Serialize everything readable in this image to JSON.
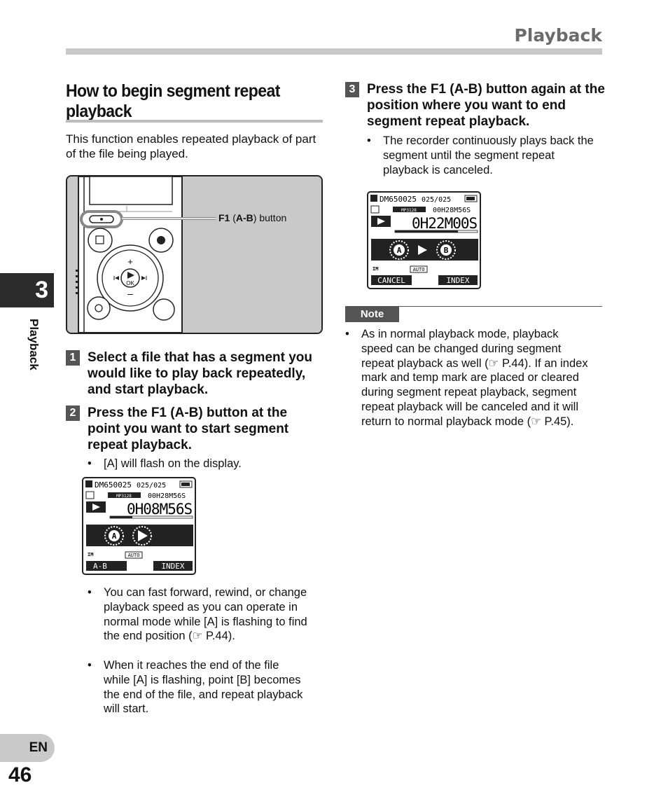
{
  "header": {
    "title": "Playback"
  },
  "chapter": {
    "number": "3",
    "label": "Playback"
  },
  "footer": {
    "lang": "EN",
    "page": "46"
  },
  "section": {
    "title": "How to begin segment repeat playback",
    "intro": "This function enables repeated playback of part of the file being played."
  },
  "figure": {
    "callout_bold": "F1",
    "callout_paren_open": " (",
    "callout_key": "A-B",
    "callout_rest": ") button",
    "ok_label": "OK",
    "plus_label": "+",
    "minus_label": "–"
  },
  "steps": [
    {
      "num": "1",
      "text": "Select a file that has a segment you would like to play back repeatedly, and start playback."
    },
    {
      "num": "2",
      "text": "Press the F1 (A-B) button at the point you want to start segment repeat playback.",
      "bullets": [
        "[A] will flash on the display."
      ]
    },
    {
      "num": "3",
      "text": "Press the F1 (A-B) button again at the position where you want to end segment repeat playback.",
      "bullets": [
        "The recorder continuously plays back the segment until the segment repeat playback is canceled."
      ]
    }
  ],
  "left_bullets": [
    "You can fast forward, rewind, or change playback speed as you can operate in normal mode while [A] is flashing to find the end position (☞ P.44).",
    "When it reaches the end of the file while [A] is flashing, point [B] becomes the end of the file, and repeat playback will start."
  ],
  "lcd1": {
    "file": "DM650025",
    "count": "025/025",
    "format": "MP3128",
    "length": "00H28M56S",
    "time": "0H08M56S",
    "mark_a": "A",
    "auto": "AUTO",
    "im": "IM",
    "soft_left": "A-B",
    "soft_right": "INDEX"
  },
  "lcd2": {
    "file": "DM650025",
    "count": "025/025",
    "format": "MP3128",
    "length": "00H28M56S",
    "time": "0H22M00S",
    "mark_a": "A",
    "mark_b": "B",
    "auto": "AUTO",
    "im": "IM",
    "soft_left": "CANCEL",
    "soft_right": "INDEX"
  },
  "note": {
    "label": "Note",
    "bullets": [
      "As in normal playback mode, playback speed can be changed during segment repeat playback as well (☞ P.44). If an index mark and temp mark are placed or cleared during segment repeat playback, segment repeat playback will be canceled and it will return to normal playback mode (☞ P.45)."
    ]
  },
  "colors": {
    "gray_rule": "#c9c9c9",
    "step_box": "#555555",
    "chapter_box": "#2b2b2b"
  }
}
